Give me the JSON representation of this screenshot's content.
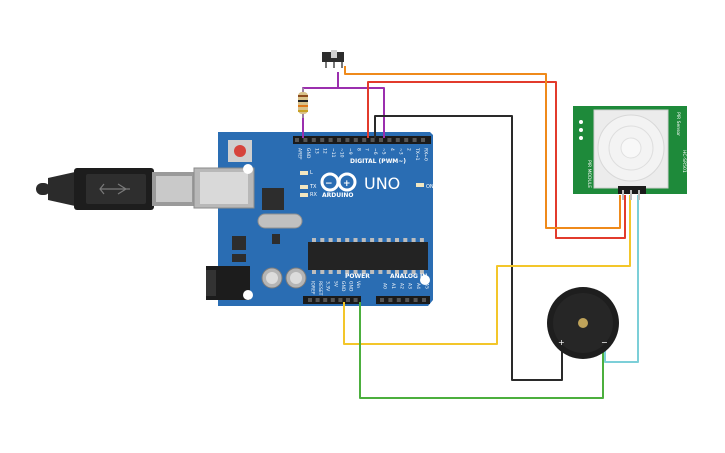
{
  "board": {
    "brand": "ARDUINO",
    "model": "UNO",
    "digital_header_label": "DIGITAL (PWM~)",
    "power_label": "POWER",
    "analog_label": "ANALOG IN",
    "on_label": "ON",
    "led_l": "L",
    "led_tx": "TX",
    "led_rx": "RX",
    "digital_pins": [
      "AREF",
      "GND",
      "13",
      "12",
      "~11",
      "~10",
      "~9",
      "8",
      "7",
      "~6",
      "~5",
      "4",
      "~3",
      "2",
      "TX→1",
      "RX←0"
    ],
    "power_pins": [
      "IOREF",
      "RESET",
      "3.3V",
      "5V",
      "GND",
      "GND",
      "Vin"
    ],
    "analog_pins": [
      "A0",
      "A1",
      "A2",
      "A3",
      "A4",
      "A5"
    ]
  },
  "pir_sensor": {
    "label_left": "PIR Sensor",
    "label_right": "HC-SR501",
    "label_bottom": "PIR MODULE"
  },
  "buzzer": {
    "plus": "+",
    "minus": "−"
  },
  "colors": {
    "board": "#2a6db3",
    "board_dark": "#1f5a96",
    "wire_red": "#e23b2c",
    "wire_orange": "#ef8a1b",
    "wire_purple": "#9b2fae",
    "wire_black": "#2a2a2a",
    "wire_yellow": "#f3c62a",
    "wire_green": "#4caf3e",
    "wire_cyan": "#7ccfd8",
    "pcb_green": "#1e8a3a"
  }
}
